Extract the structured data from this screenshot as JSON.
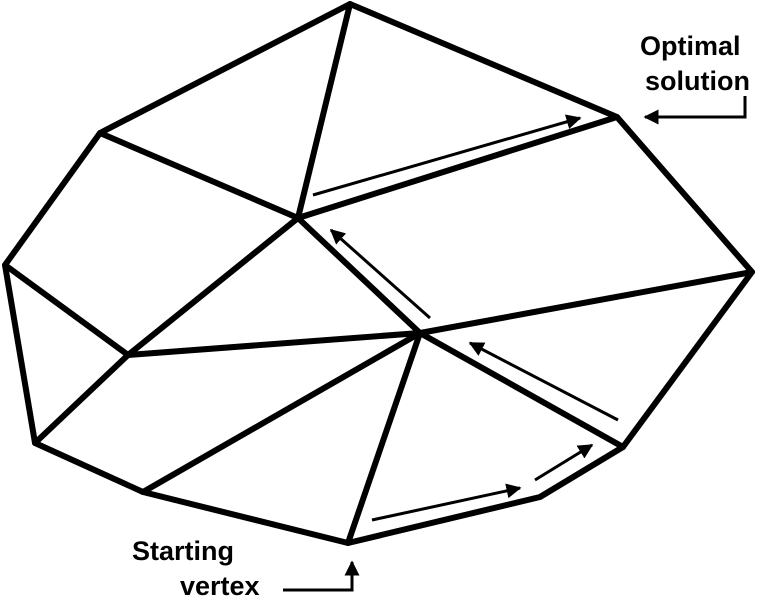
{
  "labels": {
    "optimal_line1": "Optimal",
    "optimal_line2": "solution",
    "start_line1": "Starting",
    "start_line2": "vertex"
  },
  "colors": {
    "stroke": "#000000",
    "background": "#ffffff"
  }
}
